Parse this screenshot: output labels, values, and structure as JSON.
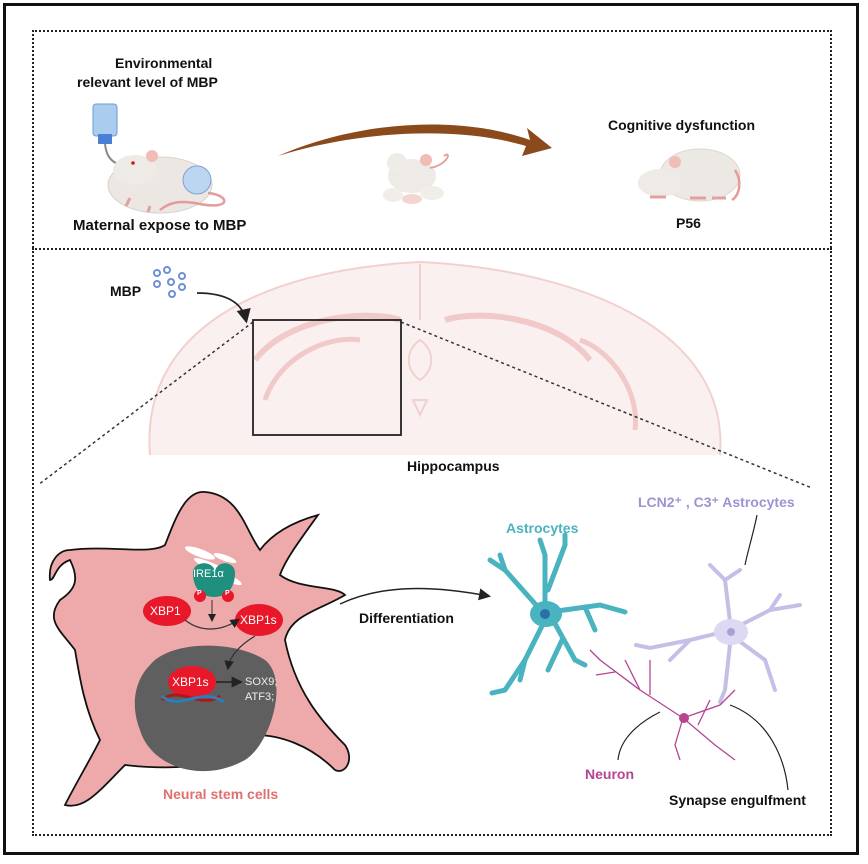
{
  "top_panel": {
    "exposure_title_line1": "Environmental",
    "exposure_title_line2": "relevant level of MBP",
    "maternal_label": "Maternal expose to MBP",
    "outcome_label": "Cognitive dysfunction",
    "age_label": "P56"
  },
  "bottom_panel": {
    "mbp_label": "MBP",
    "region_label": "Hippocampus",
    "nsc": {
      "label": "Neural stem cells",
      "ire1_label": "IRE1α",
      "phospho_label": "P",
      "xbp1_label": "XBP1",
      "xbp1s_label": "XBP1s",
      "nuclear_xbp1s_label": "XBP1s",
      "target_gene_1": "SOX9;",
      "target_gene_2": "ATF3;"
    },
    "differentiation_label": "Differentiation",
    "astrocytes_label": "Astrocytes",
    "reactive_astrocytes_label": "LCN2⁺ , C3⁺ Astrocytes",
    "neuron_label": "Neuron",
    "synapse_label": "Synapse engulfment"
  },
  "colors": {
    "arrow_brown": "#8b4a1c",
    "nsc_pink": "#eeaaaa",
    "nucleus_gray": "#5f5f5f",
    "xbp_red": "#e8182a",
    "ire1_teal": "#1f8f80",
    "astro_teal": "#49b3bf",
    "reactive_lavender": "#b9b3e0",
    "neuron_magenta": "#b54592",
    "brain_pink": "#f3c9c9",
    "nsc_label": "#e07070",
    "mbp_blue": "#6f8fd6"
  }
}
